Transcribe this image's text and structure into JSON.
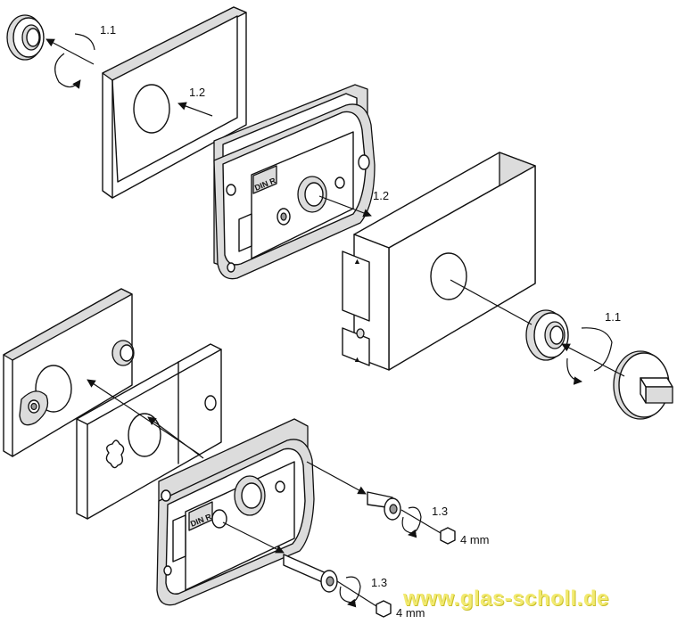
{
  "labels": {
    "step_1_1": "1.1",
    "step_1_2": "1.2",
    "step_1_3": "1.3",
    "wrench_size": "4 mm",
    "din_marking": "DIN R"
  },
  "watermark": "www.glas-scholl.de",
  "colors": {
    "watermark": "#f2ea70",
    "line": "#111111"
  }
}
